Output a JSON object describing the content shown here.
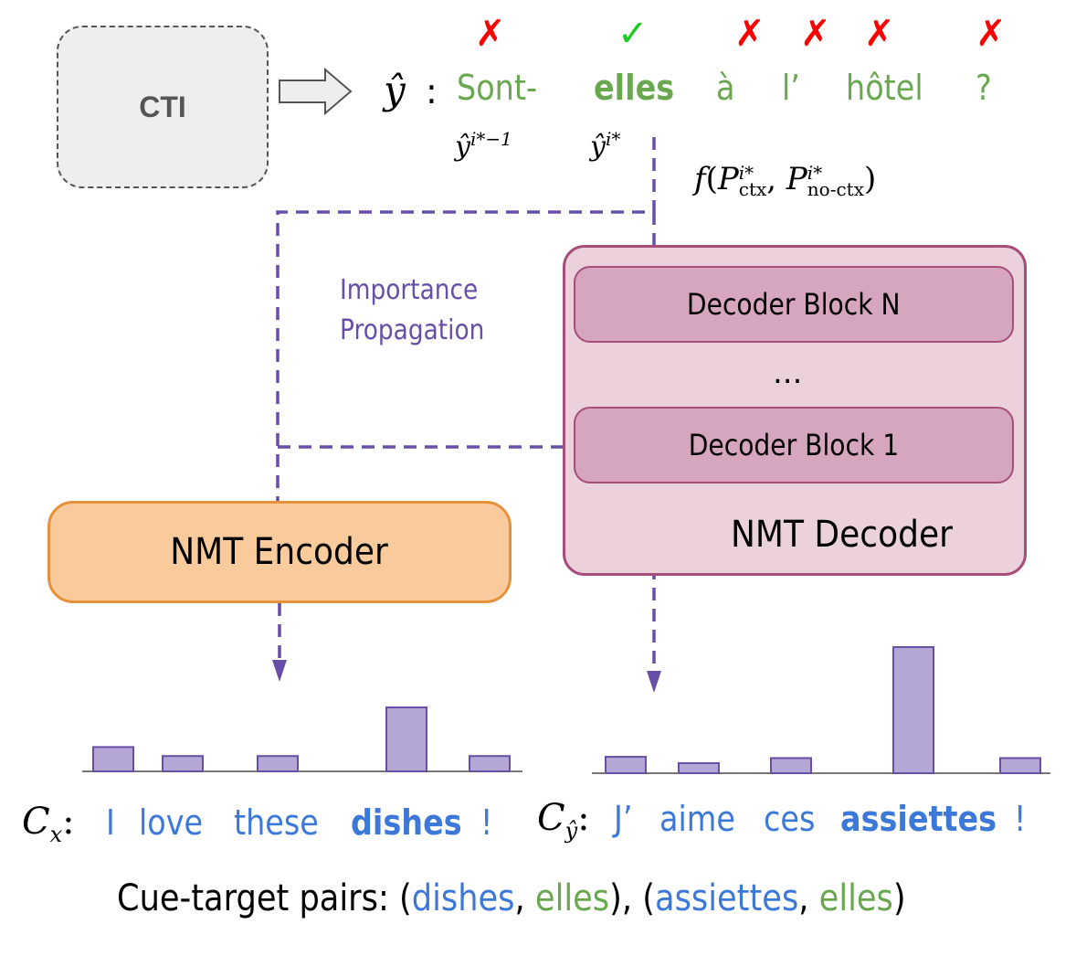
{
  "cti_label": "CTI",
  "output": {
    "symbol": "ŷ",
    "colon": ":",
    "tokens": [
      {
        "text": "Sont-",
        "mark": "✗",
        "status": "cross",
        "bold": false
      },
      {
        "text": "elles",
        "mark": "✓",
        "status": "check",
        "bold": true
      },
      {
        "text": "à",
        "mark": "✗",
        "status": "cross",
        "bold": false
      },
      {
        "text": "l’",
        "mark": "✗",
        "status": "cross",
        "bold": false
      },
      {
        "text": "hôtel",
        "mark": "✗",
        "status": "cross",
        "bold": false
      },
      {
        "text": "?",
        "mark": "✗",
        "status": "cross",
        "bold": false
      }
    ],
    "prev_token_label": "ŷ^{i*−1}",
    "target_token_label": "ŷ^{i*}",
    "formula": "f(P_ctx^{i*}, P_no-ctx^{i*})"
  },
  "importance_propagation": [
    "Importance",
    "Propagation"
  ],
  "decoder": {
    "title": "NMT Decoder",
    "block_top": "Decoder Block N",
    "ellipsis": "...",
    "block_bottom": "Decoder Block 1"
  },
  "encoder": {
    "title": "NMT Encoder"
  },
  "source_context": {
    "label": "C_x",
    "words": [
      {
        "text": "I",
        "bold": false
      },
      {
        "text": "love",
        "bold": false
      },
      {
        "text": "these",
        "bold": false
      },
      {
        "text": "dishes",
        "bold": true
      },
      {
        "text": "!",
        "bold": false
      }
    ]
  },
  "target_context": {
    "label": "C_ŷ",
    "words": [
      {
        "text": "J’",
        "bold": false
      },
      {
        "text": "aime",
        "bold": false
      },
      {
        "text": "ces",
        "bold": false
      },
      {
        "text": "assiettes",
        "bold": true
      },
      {
        "text": "!",
        "bold": false
      }
    ]
  },
  "pairs": {
    "prefix": "Cue-target pairs: ",
    "p1_open": "(",
    "p1_cue": "dishes",
    "p1_sep": ", ",
    "p1_target": "elles",
    "p1_close": "), ",
    "p2_open": "(",
    "p2_cue": "assiettes",
    "p2_sep": ", ",
    "p2_target": "elles",
    "p2_close": ")"
  },
  "colors": {
    "target_green": "#6aa84f",
    "context_blue": "#3c78d8",
    "propagation_purple": "#674ea7",
    "bar_fill": "#b4a7d6",
    "cross_red": "#ff0000",
    "check_green": "#1fcc1f"
  },
  "chart_data": [
    {
      "type": "bar",
      "title": "Source context importance",
      "categories": [
        "I",
        "love",
        "these",
        "dishes",
        "!"
      ],
      "values": [
        0.19,
        0.12,
        0.12,
        0.5,
        0.12
      ],
      "ylim": [
        0,
        0.5
      ]
    },
    {
      "type": "bar",
      "title": "Target context importance",
      "categories": [
        "J’",
        "aime",
        "ces",
        "assiettes",
        "!"
      ],
      "values": [
        0.13,
        0.08,
        0.12,
        1.0,
        0.12
      ],
      "ylim": [
        0,
        1.0
      ]
    }
  ]
}
